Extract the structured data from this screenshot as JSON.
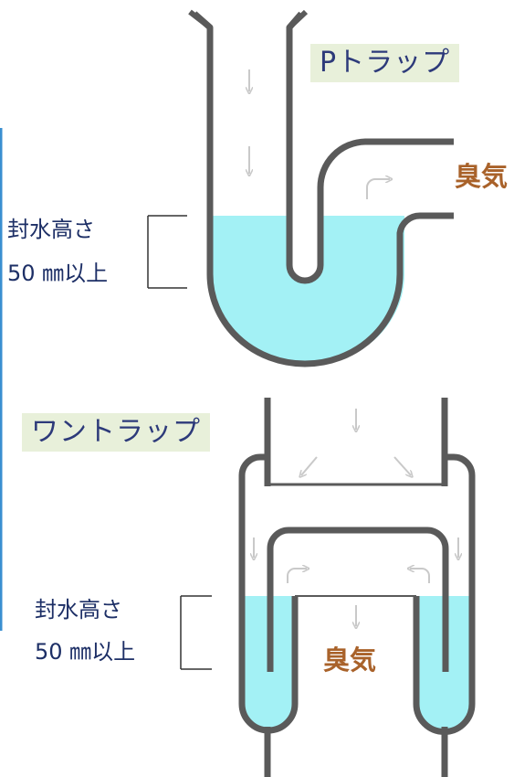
{
  "p_trap": {
    "title": "Pトラップ",
    "seal_label_line1": "封水高さ",
    "seal_label_line2": "50 ㎜以上",
    "odor_label": "臭気"
  },
  "one_trap": {
    "title": "ワントラップ",
    "seal_label_line1": "封水高さ",
    "seal_label_line2": "50 ㎜以上",
    "odor_label": "臭気"
  },
  "colors": {
    "pipe": "#5a5a5a",
    "water": "#a3f1f5",
    "flow_arrow": "#c9c9c9",
    "title_bg": "#e8f0da",
    "title_text": "#2d3a7a",
    "seal_text": "#1d2f66",
    "odor_text": "#a9622a",
    "side_bar": "#3a8fd0"
  }
}
